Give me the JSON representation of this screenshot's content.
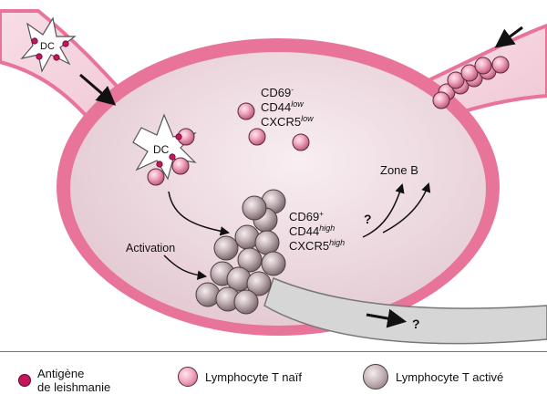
{
  "colors": {
    "node_fill": "#efdbe2",
    "border_pink": "#e8749a",
    "channel_grey": "#d6d6d6",
    "antigen": "#c2185b",
    "naive_cell": "#f2a9c1",
    "active_cell": "#c8b7ba"
  },
  "labels": {
    "dc_top": "DC",
    "dc_center": "DC",
    "naive_marker_1": "CD69",
    "naive_marker_1_sup": "-",
    "naive_marker_2": "CD44",
    "naive_marker_2_sup": "low",
    "naive_marker_3": "CXCR5",
    "naive_marker_3_sup": "low",
    "active_marker_1": "CD69",
    "active_marker_1_sup": "+",
    "active_marker_2": "CD44",
    "active_marker_2_sup": "high",
    "active_marker_3": "CXCR5",
    "active_marker_3_sup": "high",
    "zone_b": "Zone B",
    "question_1": "?",
    "question_2": "?",
    "activation": "Activation"
  },
  "legend": {
    "antigen_line1": "Antigène",
    "antigen_line2": "de leishmanie",
    "naive": "Lymphocyte T naïf",
    "active": "Lymphocyte T activé"
  }
}
